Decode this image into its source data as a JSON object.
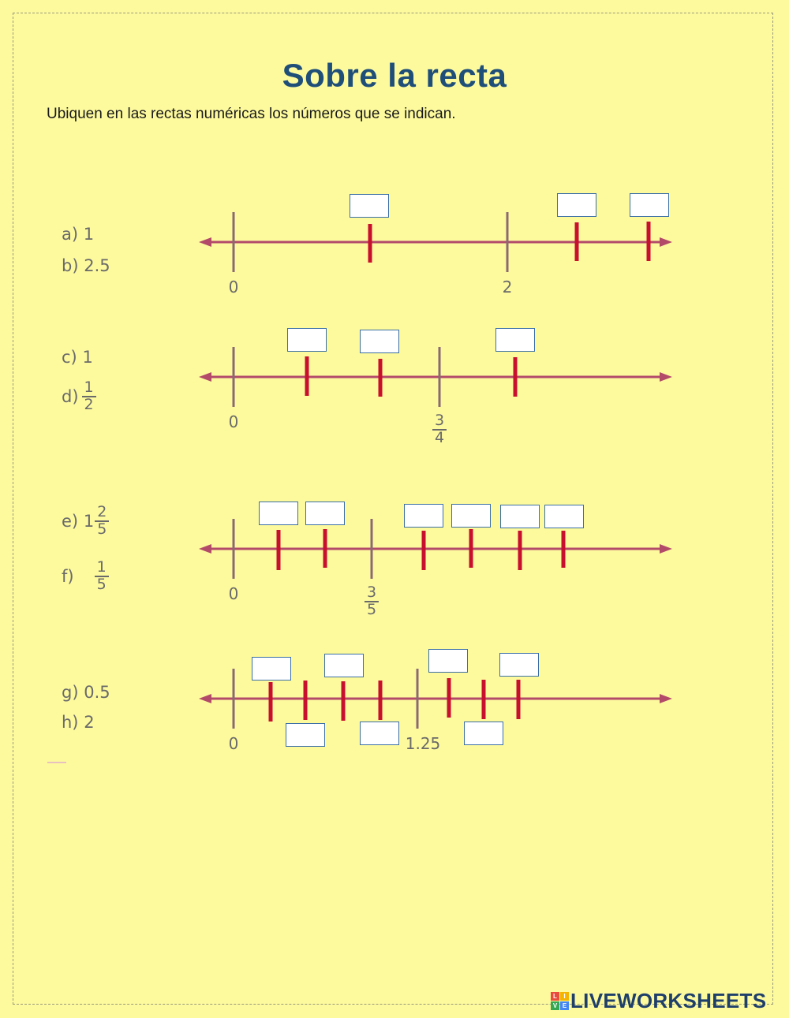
{
  "title": "Sobre la recta",
  "instructions": "Ubiquen en las rectas numéricas los números que se indican.",
  "colors": {
    "background": "#fdfa9e",
    "line": "#b34a6a",
    "marker": "#c8102e",
    "title": "#1f4e79"
  },
  "exercises": [
    {
      "labels": [
        {
          "prefix": "a)",
          "text": "1"
        },
        {
          "prefix": "b)",
          "text": "2.5"
        }
      ],
      "ticks": [
        {
          "label": "0"
        },
        {
          "label": "2"
        }
      ],
      "boxes": 3
    },
    {
      "labels": [
        {
          "prefix": "c)",
          "text": "1"
        },
        {
          "prefix": "d)",
          "frac": {
            "num": "1",
            "den": "2"
          }
        }
      ],
      "ticks": [
        {
          "label": "0"
        },
        {
          "frac": {
            "num": "3",
            "den": "4"
          }
        }
      ],
      "boxes": 3
    },
    {
      "labels": [
        {
          "prefix": "e)",
          "text": "1",
          "frac": {
            "num": "2",
            "den": "5"
          }
        },
        {
          "prefix": "f)",
          "frac": {
            "num": "1",
            "den": "5"
          }
        }
      ],
      "ticks": [
        {
          "label": "0"
        },
        {
          "frac": {
            "num": "3",
            "den": "5"
          }
        }
      ],
      "boxes": 6
    },
    {
      "labels": [
        {
          "prefix": "g)",
          "text": "0.5"
        },
        {
          "prefix": "h)",
          "text": "2"
        }
      ],
      "ticks": [
        {
          "label": "0"
        },
        {
          "label": "1.25"
        }
      ],
      "boxes": 7
    }
  ],
  "logo": {
    "mark": [
      "L",
      "I",
      "V",
      "E"
    ],
    "text": "LIVEWORKSHEETS"
  }
}
